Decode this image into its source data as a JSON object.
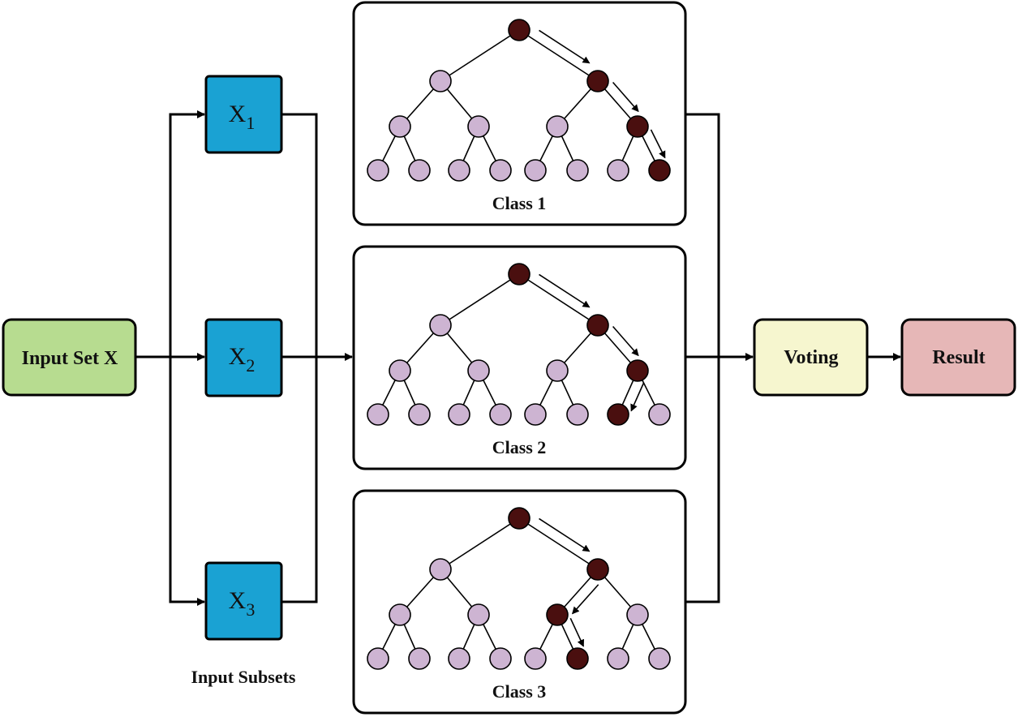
{
  "input": {
    "label": "Input Set X",
    "color": "#b7dc90"
  },
  "subsets": {
    "caption": "Input Subsets",
    "color": "#1aa2d3",
    "items": [
      {
        "base": "X",
        "index": "1"
      },
      {
        "base": "X",
        "index": "2"
      },
      {
        "base": "X",
        "index": "3"
      }
    ]
  },
  "trees": {
    "node_color": "#cdb4d2",
    "path_color": "#4a0f0f",
    "depth": 3,
    "items": [
      {
        "label": "Class 1",
        "path": [
          "R",
          "R",
          "R"
        ]
      },
      {
        "label": "Class 2",
        "path": [
          "R",
          "R",
          "L"
        ]
      },
      {
        "label": "Class 3",
        "path": [
          "R",
          "L",
          "R"
        ]
      }
    ]
  },
  "voting": {
    "label": "Voting",
    "color": "#f6f6cf"
  },
  "result": {
    "label": "Result",
    "color": "#e6b7b7"
  }
}
